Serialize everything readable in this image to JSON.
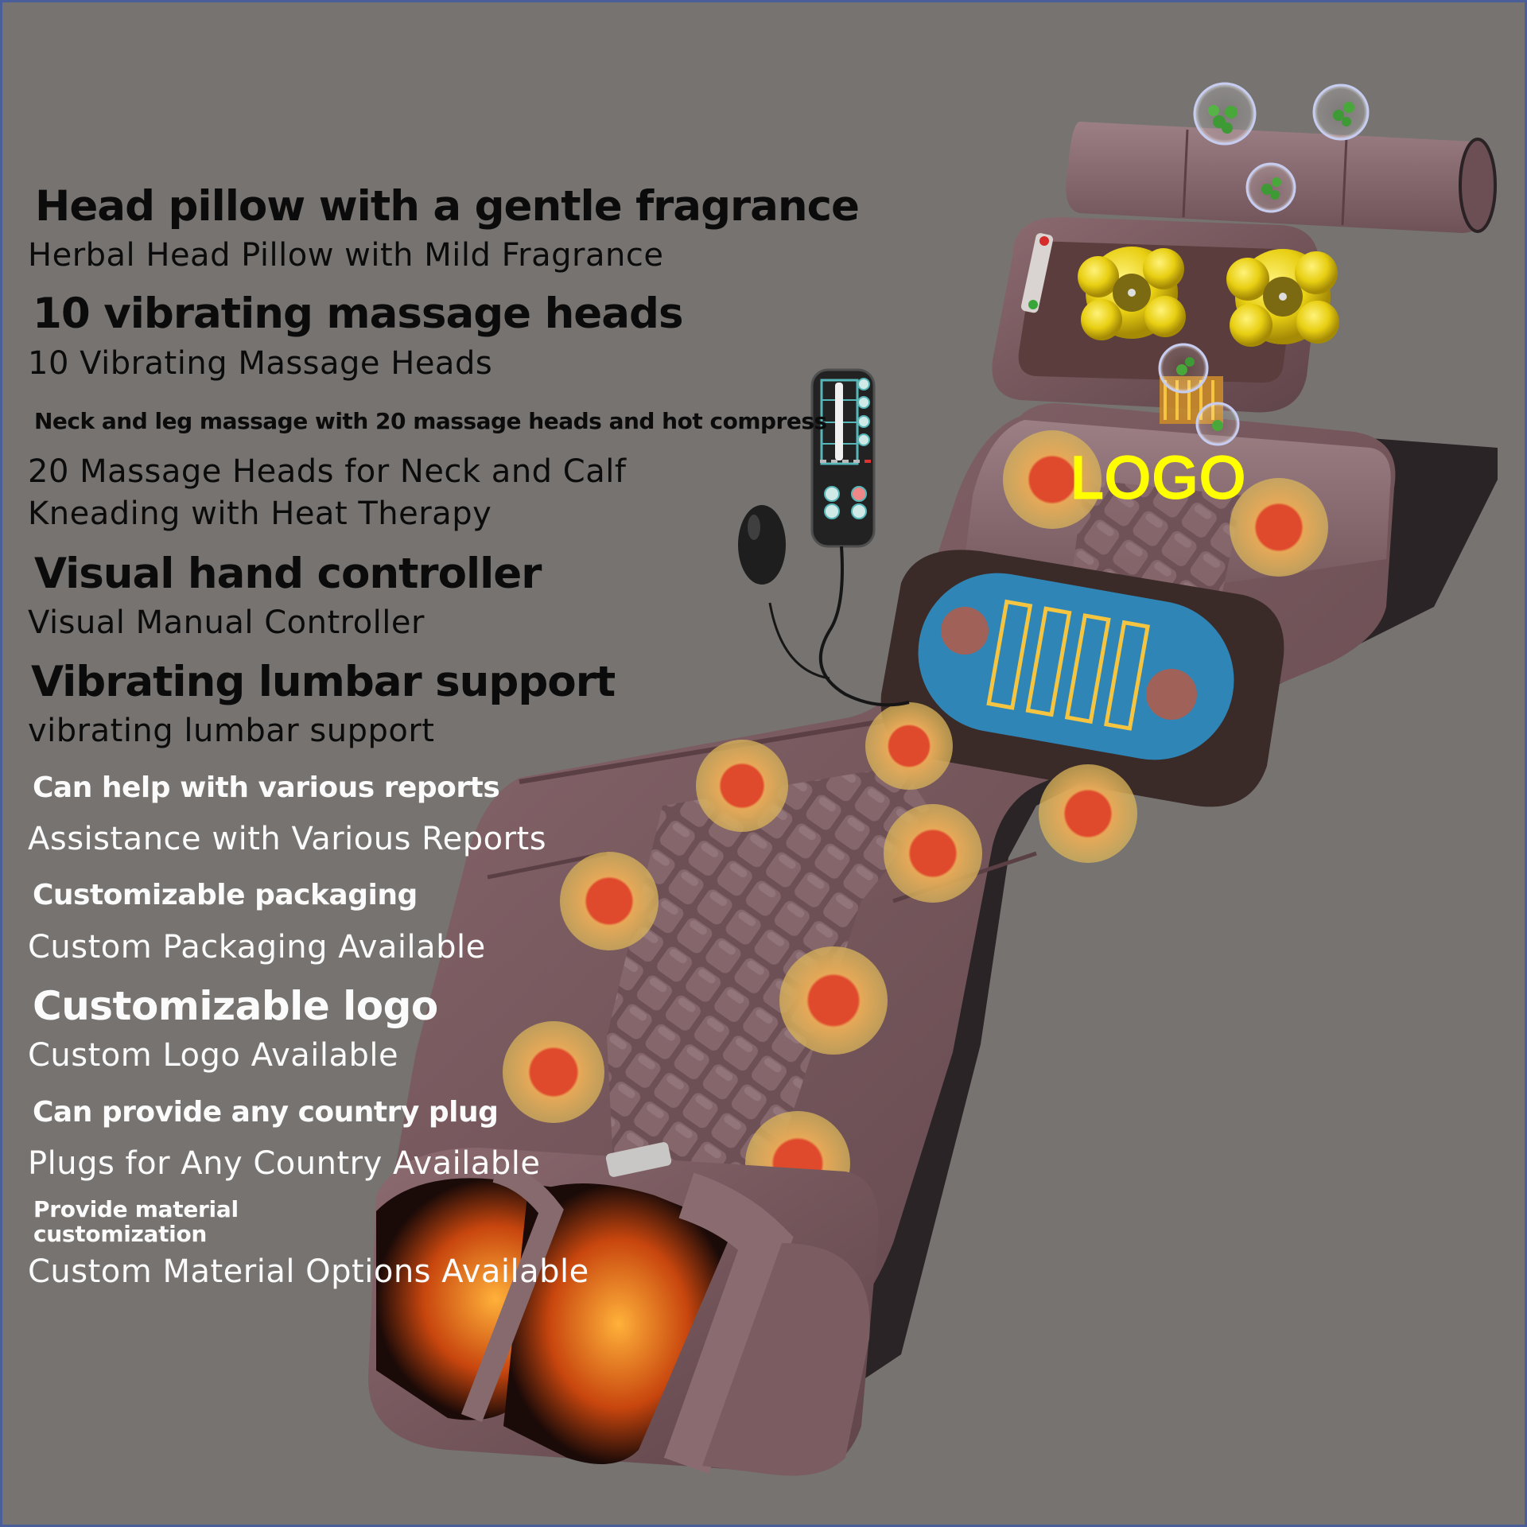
{
  "features": [
    {
      "title": "Head pillow with a gentle fragrance",
      "subtitle": "Herbal Head Pillow with Mild Fragrance"
    },
    {
      "title": "10 vibrating massage heads",
      "subtitle": "10 Vibrating Massage Heads"
    },
    {
      "title": "Neck and leg massage with 20 massage heads and hot compress",
      "subtitle_line1": "20 Massage Heads for Neck and Calf",
      "subtitle_line2": "Kneading with Heat Therapy"
    },
    {
      "title": "Visual hand controller",
      "subtitle": "Visual Manual Controller"
    },
    {
      "title": "Vibrating lumbar support",
      "subtitle": "vibrating lumbar support"
    },
    {
      "title": "Can help with various reports",
      "subtitle": "Assistance with Various Reports"
    },
    {
      "title": "Customizable packaging",
      "subtitle": "Custom Packaging Available"
    },
    {
      "title": "Customizable logo",
      "subtitle": "Custom Logo Available"
    },
    {
      "title": "Can provide any country plug",
      "subtitle": "Plugs for Any Country Available"
    },
    {
      "title_line1": "Provide material",
      "title_line2": "customization",
      "subtitle": "Custom Material Options Available"
    }
  ],
  "product": {
    "logo_text": "LOGO",
    "icons": [
      "herb-bubble-icon",
      "kneading-node-icon",
      "heat-point-icon",
      "heating-coil-icon",
      "hand-controller-icon",
      "air-pump-bulb-icon",
      "foot-roller-icon"
    ]
  },
  "colors": {
    "background": "#767371",
    "border": "#4a5f9a",
    "leather": "#7a5a5e",
    "logo": "#ffff00",
    "heat_point": "#e0452a",
    "heat_halo": "#e2b04e",
    "lumbar_blue": "#2f8fc4"
  }
}
